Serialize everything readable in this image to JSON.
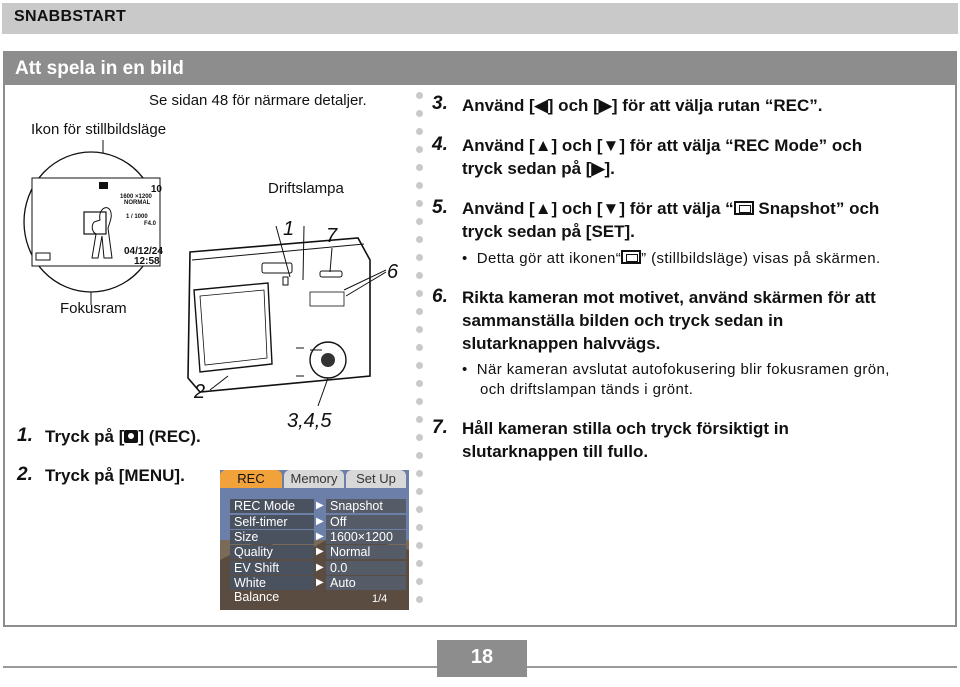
{
  "header": {
    "section": "SNABBSTART"
  },
  "title": "Att spela in en bild",
  "left": {
    "see_page": "Se sidan 48 för närmare detaljer.",
    "mode_icon_label": "Ikon för stillbildsläge",
    "focus_frame_label": "Fokusram",
    "driftslampa_label": "Driftslampa",
    "callout_1": "1",
    "callout_7": "7",
    "callout_6": "6",
    "callout_2": "2",
    "callout_345": "3,4,5",
    "lcd": {
      "count": "10",
      "size": "1600 ×1200",
      "quality": "NORMAL",
      "shutter": "1 / 1000",
      "aperture": "F4.0",
      "date": "04/12/24",
      "time": "12:58"
    },
    "steps": [
      {
        "num": "1.",
        "text_a": "Tryck på [",
        "text_b": "] (REC)."
      },
      {
        "num": "2.",
        "text": "Tryck på [MENU]."
      }
    ]
  },
  "menu_screen": {
    "tabs": [
      "REC",
      "Memory",
      "Set Up"
    ],
    "rows": [
      {
        "label": "REC Mode",
        "value": "Snapshot"
      },
      {
        "label": "Self-timer",
        "value": "Off"
      },
      {
        "label": "Size",
        "value": "1600×1200"
      },
      {
        "label": "Quality",
        "value": "Normal"
      },
      {
        "label": "EV Shift",
        "value": "0.0"
      },
      {
        "label": "White Balance",
        "value": "Auto"
      }
    ],
    "page": "1/4"
  },
  "right": {
    "step3": {
      "num": "3.",
      "line1": "Använd [◀] och [▶] för att välja rutan “REC”."
    },
    "step4": {
      "num": "4.",
      "line1": "Använd [▲] och [▼]  för att välja “REC Mode” och",
      "line2": "tryck sedan på [▶]."
    },
    "step5": {
      "num": "5.",
      "line1a": "Använd [▲] och [▼] för att välja “",
      "line1b": " Snapshot” och",
      "line2": "tryck sedan på [SET]."
    },
    "bullet5": {
      "a": "Detta gör att ikonen“",
      "b": "” (stillbildsläge) visas på skärmen."
    },
    "step6": {
      "num": "6.",
      "line1": "Rikta kameran mot motivet, använd skärmen för att",
      "line2": "sammanställa bilden och tryck sedan in",
      "line3": "slutarknappen halvvägs."
    },
    "bullet6": {
      "line1": "När kameran avslutat autofokusering blir fokusramen grön,",
      "line2": "och driftslampan tänds i grönt."
    },
    "step7": {
      "num": "7.",
      "line1": "Håll kameran stilla och tryck försiktigt in",
      "line2": "slutarknappen till fullo."
    }
  },
  "page_number": "18"
}
